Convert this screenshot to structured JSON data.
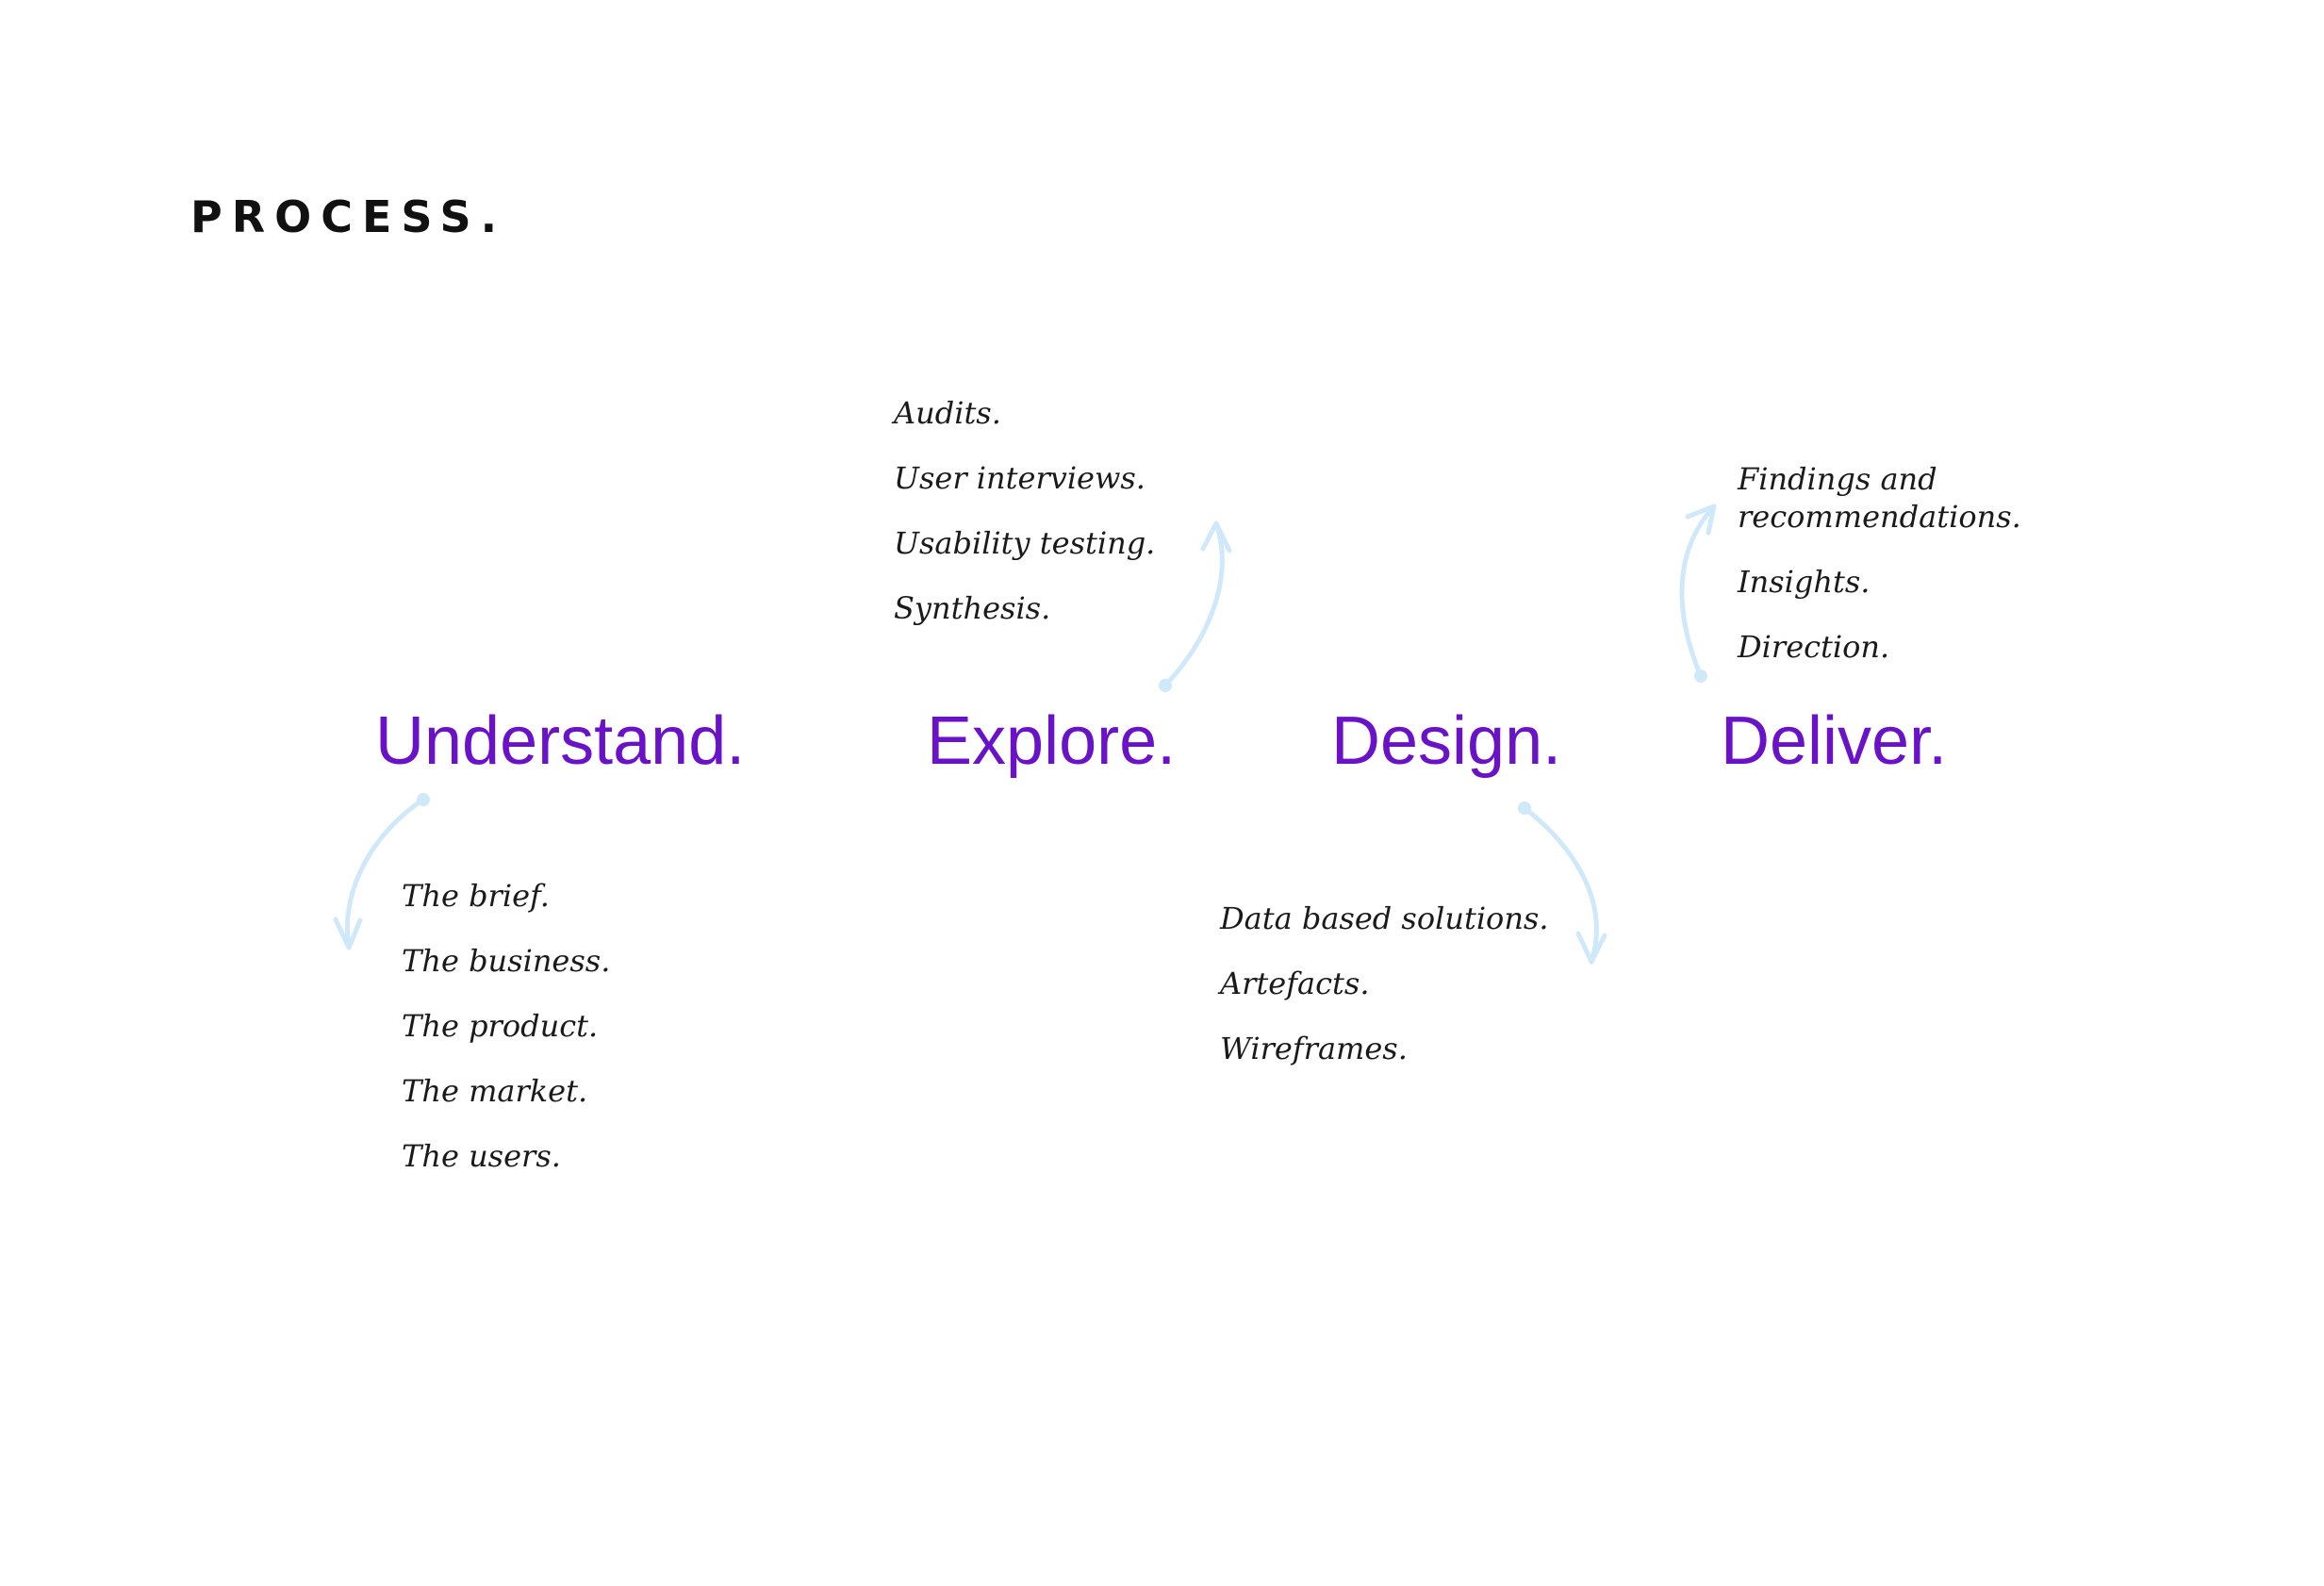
{
  "title": "PROCESS.",
  "colors": {
    "stage_text": "#6a12c8",
    "arrow": "#cfe8fa",
    "notes_text": "#1a1a1a",
    "title_text": "#111111"
  },
  "stages": [
    {
      "label": "Understand.",
      "notes": [
        "The brief.",
        "The business.",
        "The product.",
        "The market.",
        "The users."
      ]
    },
    {
      "label": "Explore.",
      "notes": [
        "Audits.",
        "User interviews.",
        "Usability testing.",
        "Synthesis."
      ]
    },
    {
      "label": "Design.",
      "notes": [
        "Data based solutions.",
        "Artefacts.",
        "Wireframes."
      ]
    },
    {
      "label": "Deliver.",
      "notes": [
        "Findings and recommendations.",
        "Insights.",
        "Direction."
      ]
    }
  ]
}
